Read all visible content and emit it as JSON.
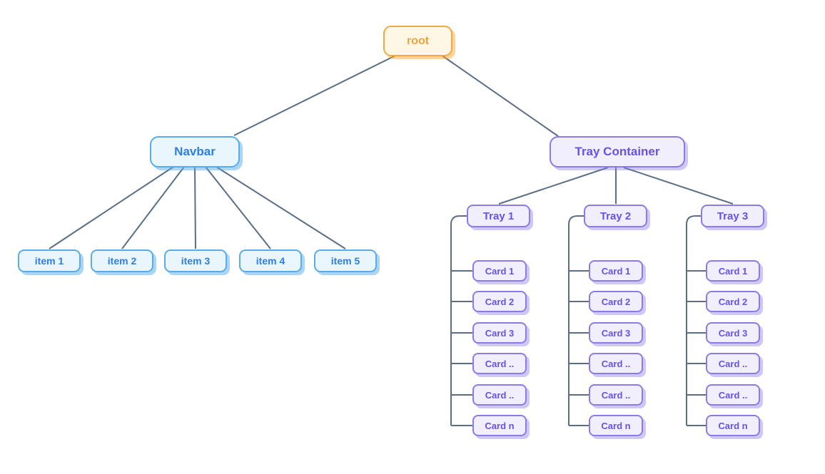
{
  "colors": {
    "canvas_bg": "#ffffff",
    "connector": "#5A6E86",
    "root_node": {
      "bg": "#FEF7E5",
      "border": "#F3A93F",
      "text": "#F0A23B"
    },
    "blue_node": {
      "bg": "#E9F6FE",
      "border": "#58ACEC",
      "text": "#2D7FE4"
    },
    "purple_node": {
      "bg": "#F1EFFE",
      "border": "#8B7BE9",
      "text": "#6553E9"
    }
  },
  "tree": {
    "root": {
      "label": "root"
    },
    "navbar": {
      "label": "Navbar",
      "items": [
        "item 1",
        "item 2",
        "item 3",
        "item 4",
        "item 5"
      ]
    },
    "tray_container": {
      "label": "Tray Container",
      "trays": [
        {
          "label": "Tray 1",
          "cards": [
            "Card 1",
            "Card 2",
            "Card 3",
            "Card ..",
            "Card ..",
            "Card n"
          ]
        },
        {
          "label": "Tray 2",
          "cards": [
            "Card 1",
            "Card 2",
            "Card 3",
            "Card ..",
            "Card ..",
            "Card n"
          ]
        },
        {
          "label": "Tray 3",
          "cards": [
            "Card 1",
            "Card 2",
            "Card 3",
            "Card ..",
            "Card ..",
            "Card n"
          ]
        }
      ]
    }
  }
}
